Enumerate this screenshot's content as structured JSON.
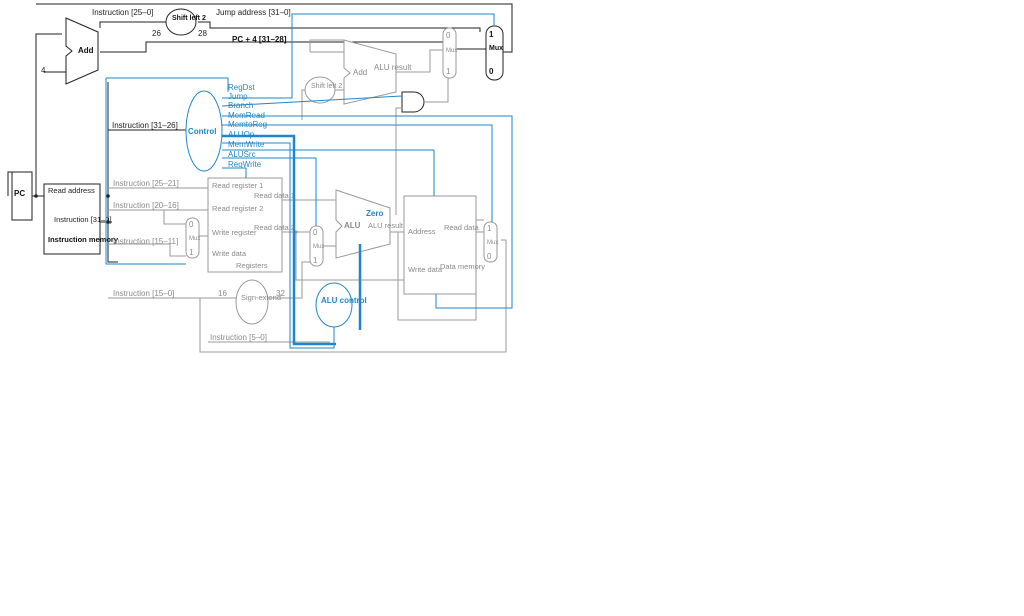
{
  "labels": {
    "pc": "PC",
    "add_top": "Add",
    "const4": "4",
    "shift_left_2_top": "Shift left 2",
    "instruction_25_0": "Instruction [25–0]",
    "bits26": "26",
    "bits28": "28",
    "jump_address": "Jump address [31–0]",
    "pc_plus4": "PC + 4 [31–28]",
    "shift_left_2_mid": "Shift left 2",
    "add_alu": "Add",
    "alu_result_top": "ALU result",
    "read_address": "Read address",
    "instruction_31_0": "Instruction [31–0]",
    "instruction_memory": "Instruction memory",
    "instruction_31_26": "Instruction [31–26]",
    "control": "Control",
    "instruction_25_21": "Instruction [25–21]",
    "instruction_20_16": "Instruction [20–16]",
    "instruction_15_11": "Instruction [15–11]",
    "instruction_15_0": "Instruction [15–0]",
    "instruction_5_0": "Instruction [5–0]",
    "read_register_1": "Read register 1",
    "read_register_2": "Read register 2",
    "write_register": "Write register",
    "write_data_reg": "Write data",
    "read_data_1": "Read data 1",
    "read_data_2": "Read data 2",
    "registers": "Registers",
    "sign_extend": "Sign-extend",
    "bits16": "16",
    "bits32": "32",
    "alu": "ALU",
    "zero": "Zero",
    "alu_result": "ALU result",
    "alu_control": "ALU control",
    "address": "Address",
    "read_data": "Read data",
    "write_data_mem": "Write data",
    "data_memory": "Data memory",
    "mux": "Mux",
    "mux0": "0",
    "mux1": "1"
  },
  "control_signals": [
    "RegDst",
    "Jump",
    "Branch",
    "MemRead",
    "MemtoReg",
    "ALUOp",
    "MemWrite",
    "ALUSrc",
    "RegWrite"
  ],
  "colors": {
    "control": "#1f87c9",
    "datapath": "#222222",
    "gray": "#9a9a9a"
  }
}
